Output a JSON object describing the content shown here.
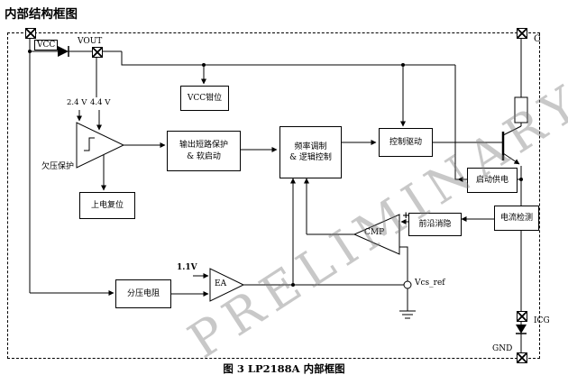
{
  "header": {
    "title": "内部结构框图"
  },
  "caption": "图 3  LP2188A 内部框图",
  "watermark": "PRELIMINARY",
  "pins": {
    "vcc": "VCC",
    "vout": "VOUT",
    "c": "C",
    "icg": "ICG",
    "gnd": "GND"
  },
  "labels": {
    "uvlo": "欠压保护",
    "th1": "2.4 V",
    "th2": "4.4 V",
    "ref_in": "1.1V",
    "plus": "+",
    "vcs_ref": "Vcs_ref",
    "cmp": "CMP",
    "ea": "EA"
  },
  "blocks": {
    "vcc_clamp": "VCC钳位",
    "por": "上电复位",
    "short1": "输出短路保护",
    "short2": "& 软启动",
    "freq1": "频率调制",
    "freq2": "& 逻辑控制",
    "drive": "控制驱动",
    "startup": "启动供电",
    "blanking": "前沿消隐",
    "sense": "电流检测",
    "divider": "分压电阻"
  }
}
